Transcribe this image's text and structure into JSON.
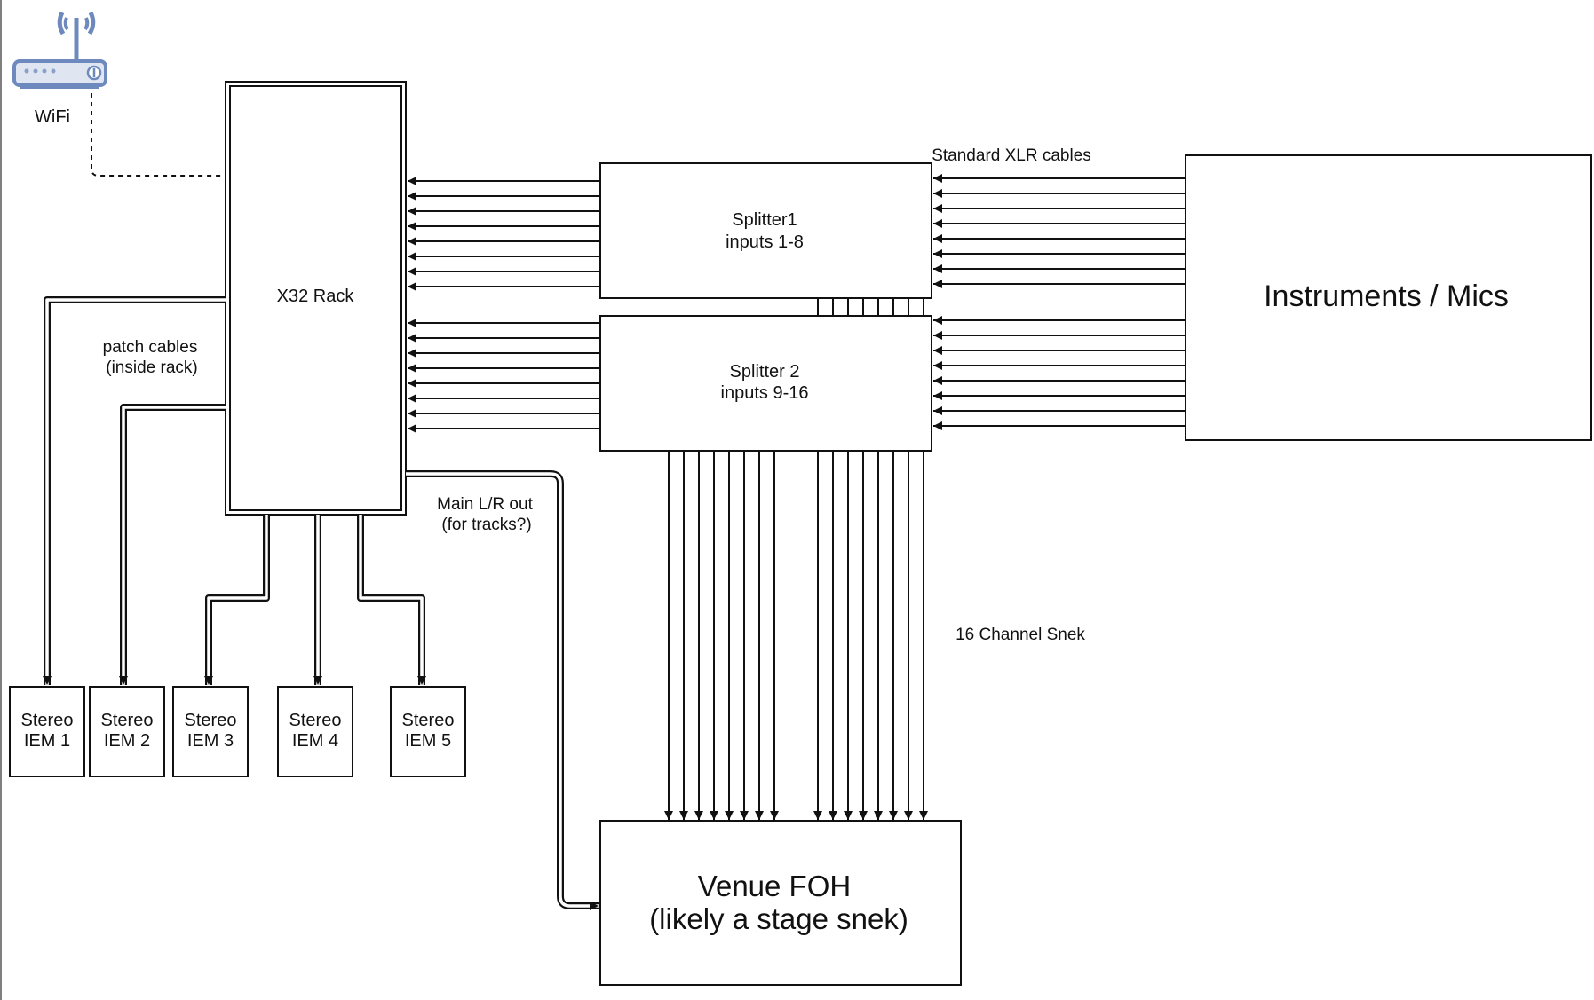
{
  "wifi": {
    "label": "WiFi"
  },
  "x32": {
    "label": "X32 Rack"
  },
  "splitter1": {
    "line1": "Splitter1",
    "line2": "inputs 1-8"
  },
  "splitter2": {
    "line1": "Splitter 2",
    "line2": "inputs 9-16"
  },
  "instruments": {
    "label": "Instruments / Mics"
  },
  "foh": {
    "line1": "Venue FOH",
    "line2": "(likely a stage snek)"
  },
  "notes": {
    "standard_xlr": "Standard XLR cables",
    "patch_line1": "patch cables",
    "patch_line2": "(inside rack)",
    "main_lr_line1": "Main L/R out",
    "main_lr_line2": "(for tracks?)",
    "snek": "16 Channel Snek"
  },
  "iems": [
    {
      "line1": "Stereo",
      "line2": "IEM 1"
    },
    {
      "line1": "Stereo",
      "line2": "IEM 2"
    },
    {
      "line1": "Stereo",
      "line2": "IEM 3"
    },
    {
      "line1": "Stereo",
      "line2": "IEM 4"
    },
    {
      "line1": "Stereo",
      "line2": "IEM 5"
    }
  ],
  "colors": {
    "stroke": "#111111",
    "router_fill": "#dfe6f2",
    "router_stroke": "#6d89bd"
  },
  "icons": {
    "router": "wifi-router-icon"
  }
}
